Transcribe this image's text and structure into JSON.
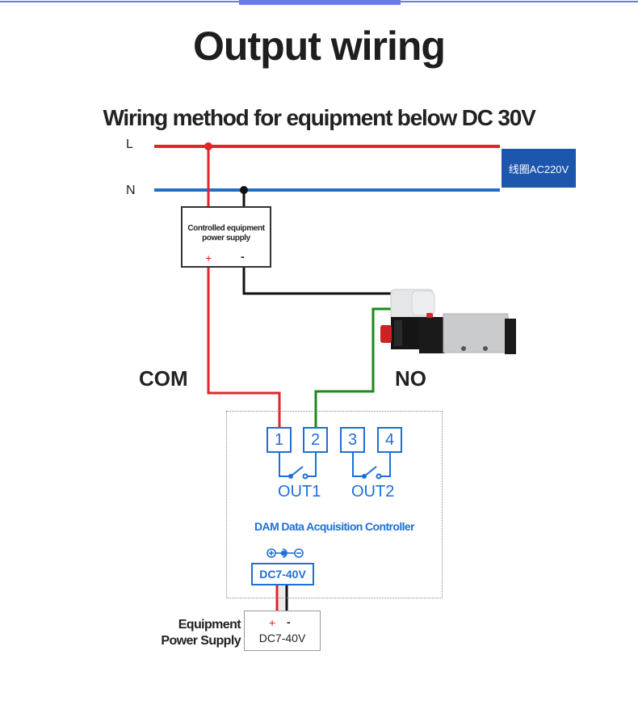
{
  "header": {
    "title": "Output wiring",
    "subtitle": "Wiring method for equipment below DC 30V"
  },
  "mains": {
    "live_label": "L",
    "neutral_label": "N",
    "coil_label": "线圈AC220V"
  },
  "controlled_psu": {
    "label_line1": "Controlled equipment",
    "label_line2": "power supply",
    "plus": "+",
    "minus": "-"
  },
  "connection_labels": {
    "com": "COM",
    "no": "NO"
  },
  "controller": {
    "terminals": [
      "1",
      "2",
      "3",
      "4"
    ],
    "outputs": [
      "OUT1",
      "OUT2"
    ],
    "name": "DAM Data Acquisition Controller",
    "power_input": "DC7-40V"
  },
  "equipment_psu": {
    "label_line1": "Equipment",
    "label_line2": "Power Supply",
    "plus": "+",
    "minus": "-",
    "voltage": "DC7-40V"
  },
  "colors": {
    "live_wire": "#e0262b",
    "neutral_wire": "#1f6fc6",
    "no_wire": "#1a8a1a",
    "ground_wire": "#111111",
    "controller_accent": "#1e6fd6",
    "coil_box": "#1d56ad"
  }
}
